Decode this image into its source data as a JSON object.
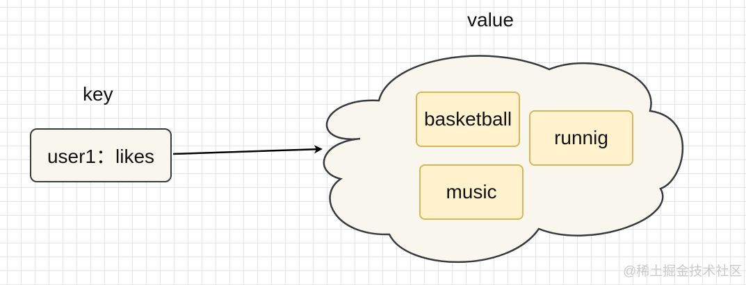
{
  "labels": {
    "value": "value",
    "key": "key"
  },
  "key_node": {
    "text": "user1：likes"
  },
  "value_items": [
    "basketball",
    "runnig",
    "music"
  ],
  "watermark": "@稀土掘金技术社区",
  "colors": {
    "key_fill": "#f9f7ed",
    "key_stroke": "#36393d",
    "cloud_fill": "#f9f7ed",
    "cloud_stroke": "#36393d",
    "item_fill": "#fff2cc",
    "item_stroke": "#d6b656",
    "grid": "#e6e6e6"
  }
}
